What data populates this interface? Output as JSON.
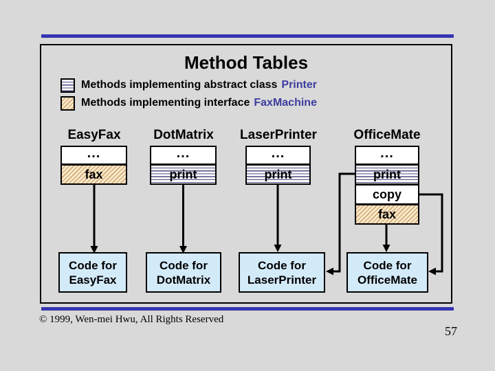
{
  "slide": {
    "title": "Method Tables",
    "footer": "© 1999, Wen-mei Hwu, All Rights Reserved",
    "page_number": "57"
  },
  "legend": {
    "items": [
      {
        "pattern": "printer-stripes",
        "text": "Methods implementing abstract class",
        "keyword": "Printer"
      },
      {
        "pattern": "fax-hatch",
        "text": "Methods implementing interface",
        "keyword": "FaxMachine"
      }
    ]
  },
  "tables": [
    {
      "name": "EasyFax",
      "rows": [
        {
          "label": "...",
          "pattern": "plain"
        },
        {
          "label": "fax",
          "pattern": "fax"
        }
      ]
    },
    {
      "name": "DotMatrix",
      "rows": [
        {
          "label": "...",
          "pattern": "plain"
        },
        {
          "label": "print",
          "pattern": "printer"
        }
      ]
    },
    {
      "name": "LaserPrinter",
      "rows": [
        {
          "label": "...",
          "pattern": "plain"
        },
        {
          "label": "print",
          "pattern": "printer"
        }
      ]
    },
    {
      "name": "OfficeMate",
      "rows": [
        {
          "label": "...",
          "pattern": "plain"
        },
        {
          "label": "print",
          "pattern": "printer"
        },
        {
          "label": "copy",
          "pattern": "plain"
        },
        {
          "label": "fax",
          "pattern": "fax"
        }
      ]
    }
  ],
  "code_boxes": [
    {
      "line1": "Code for",
      "line2": "EasyFax"
    },
    {
      "line1": "Code for",
      "line2": "DotMatrix"
    },
    {
      "line1": "Code for",
      "line2": "LaserPrinter"
    },
    {
      "line1": "Code for",
      "line2": "OfficeMate"
    }
  ],
  "connections": [
    {
      "from": "EasyFax.fax",
      "to": "Code for EasyFax"
    },
    {
      "from": "DotMatrix.print",
      "to": "Code for DotMatrix"
    },
    {
      "from": "LaserPrinter.print",
      "to": "Code for LaserPrinter"
    },
    {
      "from": "OfficeMate.print",
      "to": "Code for LaserPrinter"
    },
    {
      "from": "OfficeMate.copy",
      "to": "Code for OfficeMate"
    },
    {
      "from": "OfficeMate.fax",
      "to": "Code for OfficeMate"
    }
  ],
  "colors": {
    "background": "#d9d9d9",
    "divider_blue": "#3535b2",
    "keyword_blue": "#3c3c9e",
    "code_box_fill": "#d3eaf9",
    "hatch_fill": "#f7e8cb",
    "hatch_line": "#cf9e63",
    "stripe_line": "#4a4a80"
  }
}
